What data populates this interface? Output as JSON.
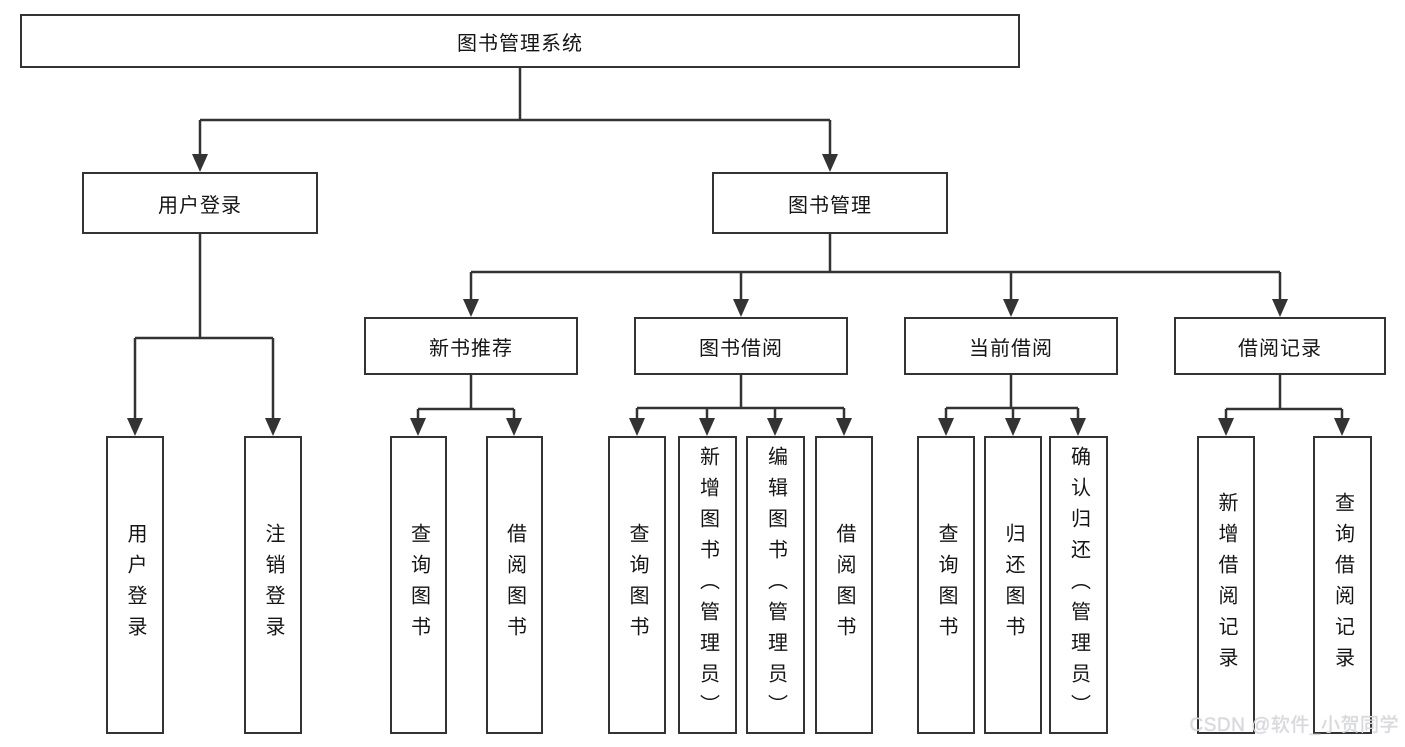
{
  "diagram": {
    "root": "图书管理系统",
    "level2": [
      "用户登录",
      "图书管理"
    ],
    "level3": [
      "新书推荐",
      "图书借阅",
      "当前借阅",
      "借阅记录"
    ],
    "leaves": {
      "user_login": [
        "用户登录",
        "注销登录"
      ],
      "new_book_recommend": [
        "查询图书",
        "借阅图书"
      ],
      "book_borrow": [
        "查询图书",
        "新增图书（管理员）",
        "编辑图书（管理员）",
        "借阅图书"
      ],
      "current_borrow": [
        "查询图书",
        "归还图书",
        "确认归还（管理员）"
      ],
      "borrow_records": [
        "新增借阅记录",
        "查询借阅记录"
      ]
    },
    "watermark": "CSDN @软件_小贺同学",
    "colors": {
      "line": "#333333",
      "box_border": "#333333",
      "box_fill": "#ffffff",
      "text": "#151515",
      "watermark": "#d7d9de"
    }
  }
}
